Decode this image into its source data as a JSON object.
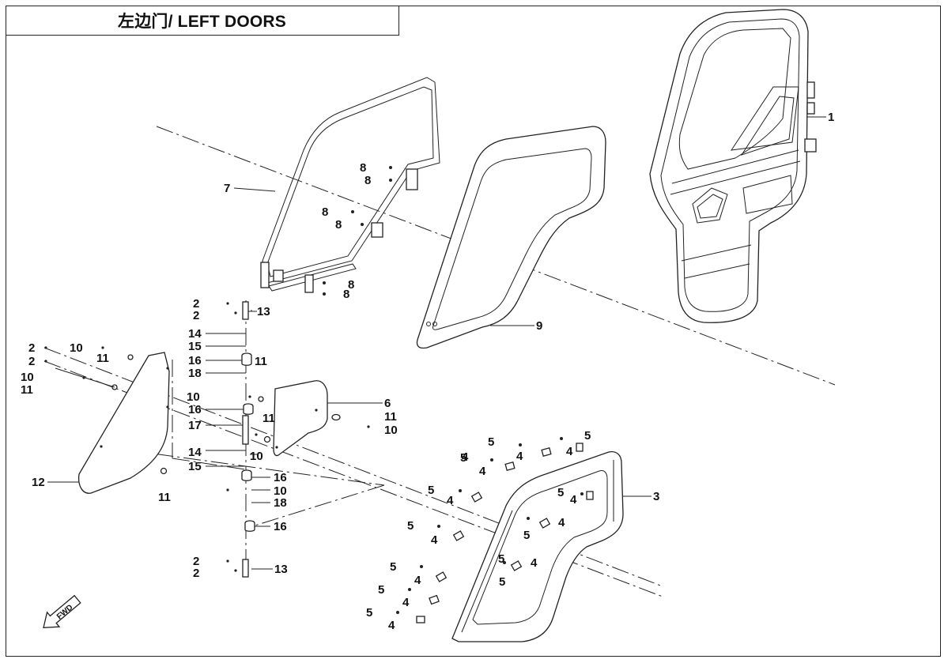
{
  "title": "左边门/ LEFT DOORS",
  "fwd_label": "FWD",
  "callouts": {
    "c1": "1",
    "c3": "3",
    "c6": "6",
    "c7": "7",
    "c9": "9",
    "c12": "12",
    "c13a": "13",
    "c13b": "13",
    "c2a": "2",
    "c2b": "2",
    "c2c": "2",
    "c2d": "2",
    "c2e": "2",
    "c2f": "2",
    "c8a": "8",
    "c8b": "8",
    "c8c": "8",
    "c8d": "8",
    "c8e": "8",
    "c8f": "8",
    "c10a": "10",
    "c10b": "10",
    "c10c": "10",
    "c10d": "10",
    "c10e": "10",
    "c10f": "10",
    "c11a": "11",
    "c11b": "11",
    "c11c": "11",
    "c11d": "11",
    "c11e": "11",
    "c11f": "11",
    "c14a": "14",
    "c14b": "14",
    "c15a": "15",
    "c15b": "15",
    "c16a": "16",
    "c16b": "16",
    "c16c": "16",
    "c16d": "16",
    "c17": "17",
    "c18a": "18",
    "c18b": "18",
    "c4a": "4",
    "c4b": "4",
    "c4c": "4",
    "c4d": "4",
    "c4e": "4",
    "c4f": "4",
    "c4g": "4",
    "c4h": "4",
    "c4i": "4",
    "c4j": "4",
    "c4k": "4",
    "c4l": "4",
    "c5a": "5",
    "c5b": "5",
    "c5c": "5",
    "c5d": "5",
    "c5e": "5",
    "c5f": "5",
    "c5g": "5",
    "c5h": "5",
    "c5i": "5",
    "c5j": "5",
    "c5k": "5",
    "c5l": "5"
  }
}
